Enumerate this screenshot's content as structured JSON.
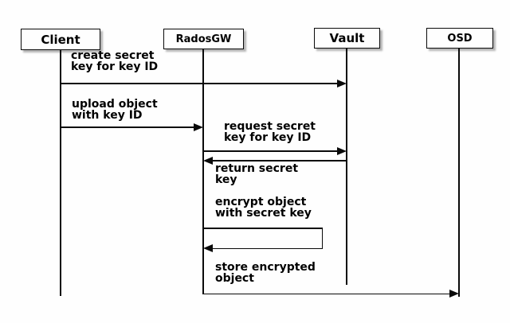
{
  "diagram": {
    "type": "sequence",
    "participants": [
      {
        "label": "Client"
      },
      {
        "label": "RadosGW"
      },
      {
        "label": "Vault"
      },
      {
        "label": "OSD"
      }
    ],
    "messages": [
      {
        "label": "create secret\nkey for key ID",
        "from": "Client",
        "to": "Vault"
      },
      {
        "label": "upload object\nwith key ID",
        "from": "Client",
        "to": "RadosGW"
      },
      {
        "label": "request secret\nkey for key ID",
        "from": "RadosGW",
        "to": "Vault"
      },
      {
        "label": "return secret\nkey",
        "from": "Vault",
        "to": "RadosGW"
      },
      {
        "label": "encrypt object\nwith secret key",
        "from": "RadosGW",
        "to": "RadosGW"
      },
      {
        "label": "store encrypted\nobject",
        "from": "RadosGW",
        "to": "OSD"
      }
    ],
    "colors": {
      "line": "#0a0a0a",
      "text": "#000000",
      "box_fill": "#fefefe",
      "box_border": "#0a0a0a",
      "shadow": "#787878",
      "background": "#fefefe"
    }
  }
}
